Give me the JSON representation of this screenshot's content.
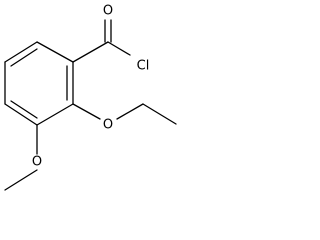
{
  "atoms": {
    "carbonyl_oxygen": "O",
    "chlorine": "Cl",
    "ether_oxygen": "O",
    "methoxy_oxygen": "O"
  },
  "colors": {
    "bond": "#000000",
    "label": "#000000",
    "background": "#ffffff"
  }
}
